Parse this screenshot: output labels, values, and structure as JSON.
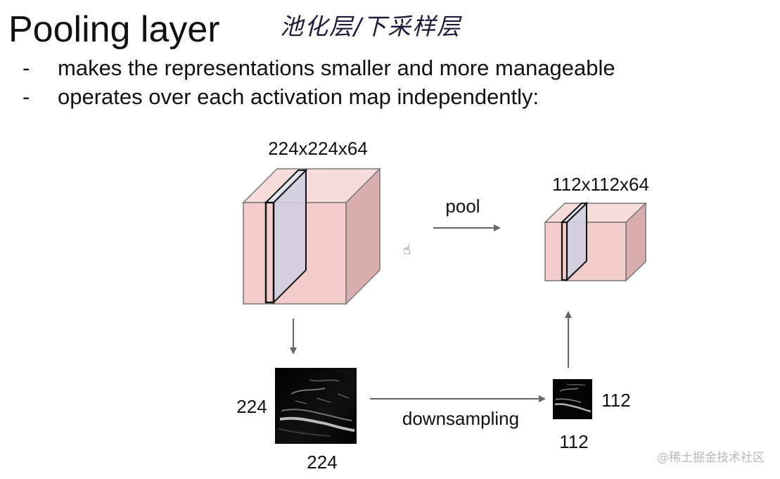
{
  "slide": {
    "title": "Pooling layer",
    "handwritten_note": "池化层/下采样层",
    "bullets": [
      {
        "dash": "-",
        "text": "makes the representations smaller and more manageable"
      },
      {
        "dash": "-",
        "text": "operates over each activation map independently:"
      }
    ]
  },
  "diagram": {
    "input_volume_label": "224x224x64",
    "output_volume_label": "112x112x64",
    "pool_label": "pool",
    "downsampling_label": "downsampling",
    "input_map_height_label": "224",
    "input_map_width_label": "224",
    "output_map_height_label": "112",
    "output_map_width_label": "112",
    "colors": {
      "cube_front": "#f3cdcc",
      "cube_top": "#f7dcdb",
      "cube_side": "#d9aeae",
      "slice": "#cfcfe1",
      "arrow": "#666666"
    }
  },
  "watermark": "@稀土掘金技术社区",
  "cursor_icon": "hand-cursor-icon"
}
